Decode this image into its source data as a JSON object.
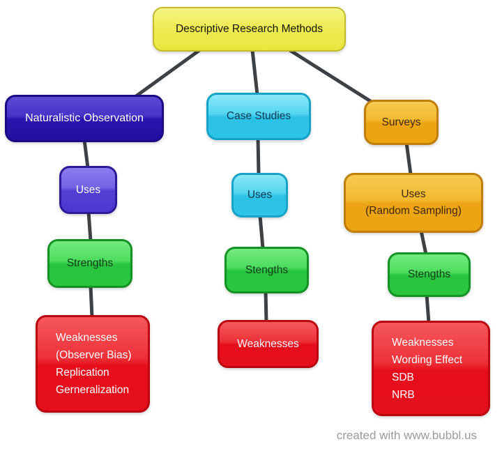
{
  "diagram": {
    "title": "Descriptive Research Methods",
    "nodes": {
      "root": {
        "label": "Descriptive Research Methods",
        "color": "#eeeb56"
      },
      "naturalistic_observation": {
        "label": "Naturalistic Observation",
        "color": "#2a14ae"
      },
      "no_uses": {
        "label": "Uses",
        "color": "#5340d4"
      },
      "no_strengths": {
        "label": "Strengths",
        "color": "#29c63e"
      },
      "no_weaknesses": {
        "label": "Weaknesses\n(Observer Bias)\nReplication\nGerneralization",
        "color": "#e60e1c"
      },
      "case_studies": {
        "label": "Case Studies",
        "color": "#2ec4e8"
      },
      "cs_uses": {
        "label": "Uses",
        "color": "#2ec4e8"
      },
      "cs_stengths": {
        "label": "Stengths",
        "color": "#29c63e"
      },
      "cs_weaknesses": {
        "label": "Weaknesses",
        "color": "#e60e1c"
      },
      "surveys": {
        "label": "Surveys",
        "color": "#eba512"
      },
      "sv_uses": {
        "label": "Uses\n(Random Sampling)",
        "color": "#eba512"
      },
      "sv_stengths": {
        "label": "Stengths",
        "color": "#29c63e"
      },
      "sv_weaknesses": {
        "label": "Weaknesses\nWording Effect\nSDB\nNRB",
        "color": "#e60e1c"
      }
    },
    "edges": [
      [
        "root",
        "naturalistic_observation"
      ],
      [
        "root",
        "case_studies"
      ],
      [
        "root",
        "surveys"
      ],
      [
        "naturalistic_observation",
        "no_uses"
      ],
      [
        "no_uses",
        "no_strengths"
      ],
      [
        "no_strengths",
        "no_weaknesses"
      ],
      [
        "case_studies",
        "cs_uses"
      ],
      [
        "cs_uses",
        "cs_stengths"
      ],
      [
        "cs_stengths",
        "cs_weaknesses"
      ],
      [
        "surveys",
        "sv_uses"
      ],
      [
        "sv_uses",
        "sv_stengths"
      ],
      [
        "sv_stengths",
        "sv_weaknesses"
      ]
    ],
    "edge_color": "#3d4246"
  },
  "watermark": {
    "label": "created with www.bubbl.us"
  }
}
